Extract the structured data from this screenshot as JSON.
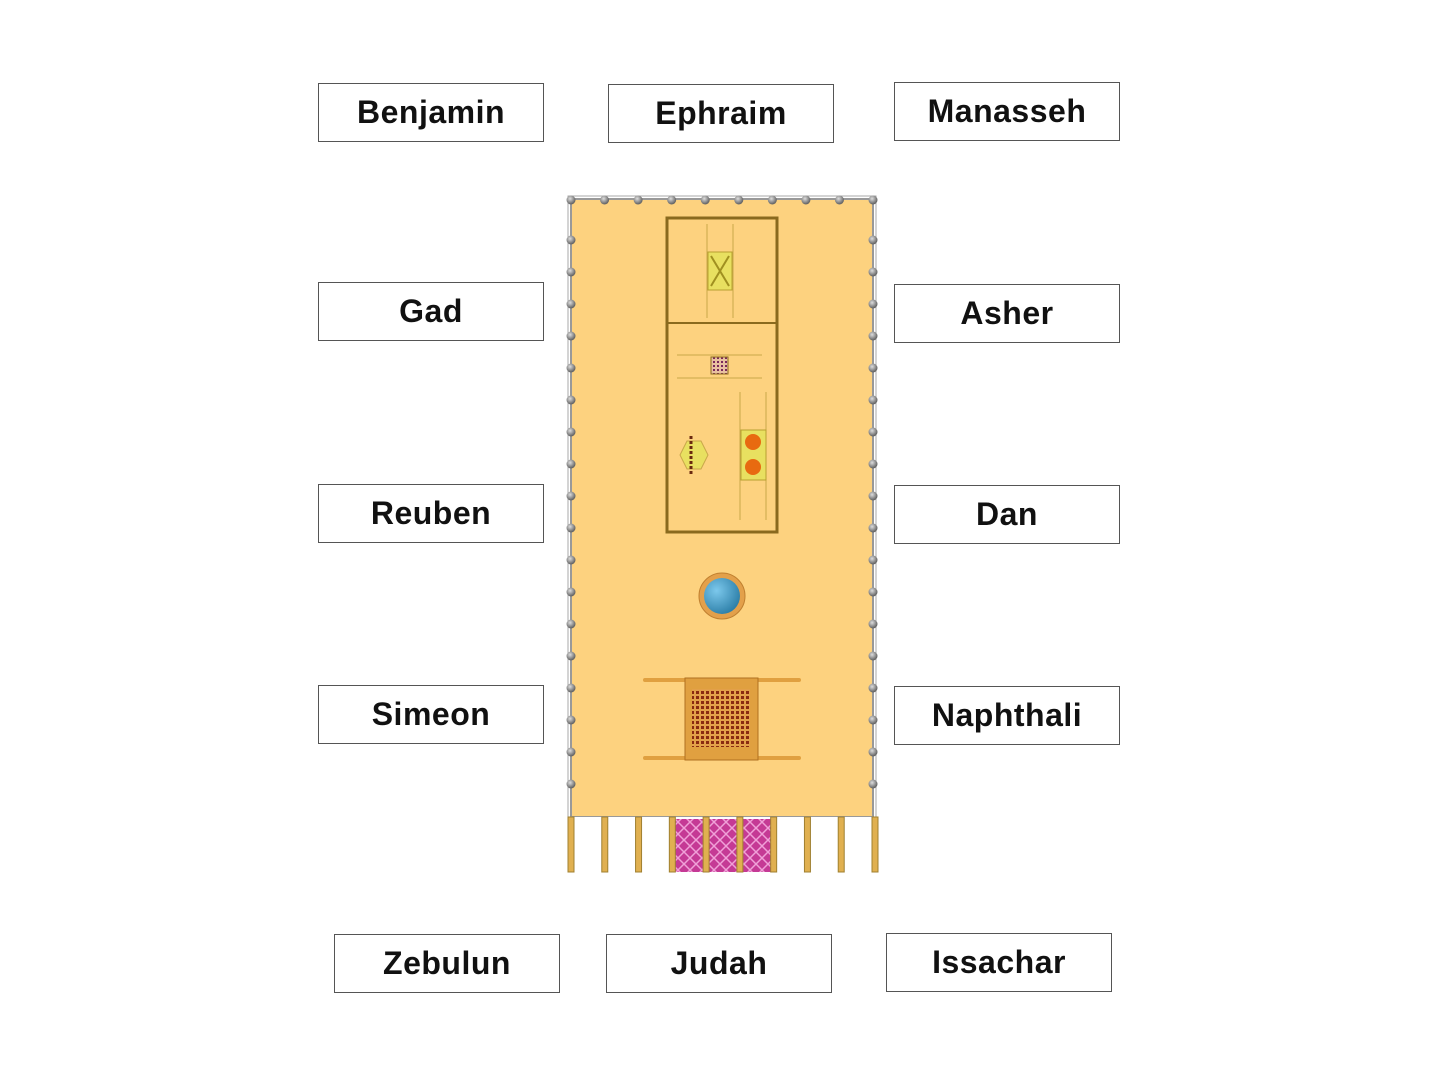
{
  "tribes": {
    "benjamin": "Benjamin",
    "ephraim": "Ephraim",
    "manasseh": "Manasseh",
    "gad": "Gad",
    "asher": "Asher",
    "reuben": "Reuben",
    "dan": "Dan",
    "simeon": "Simeon",
    "naphthali": "Naphthali",
    "zebulun": "Zebulun",
    "judah": "Judah",
    "issachar": "Issachar"
  },
  "colors": {
    "courtyard": "#fdd27f",
    "tent_border": "#8a6a1e",
    "laver": "#4fa6d4",
    "altar": "#a0521e",
    "gate_curtain": "#c2409a",
    "post": "#888888"
  }
}
